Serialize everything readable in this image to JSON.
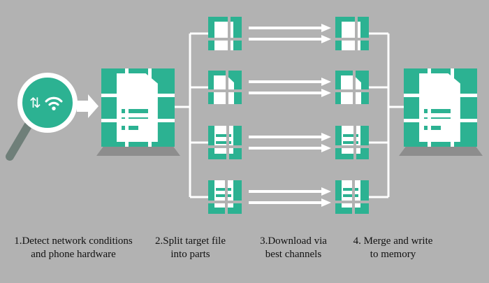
{
  "diagram": {
    "steps": [
      {
        "line1": "1.Detect network conditions",
        "line2": "and phone hardware"
      },
      {
        "line1": "2.Split target file",
        "line2": "into parts"
      },
      {
        "line1": "3.Download via",
        "line2": "best channels"
      },
      {
        "line1": "4. Merge and write",
        "line2": "to memory"
      }
    ]
  },
  "icons": {
    "magnifier": "magnifier-with-network-check-icon",
    "wifi": "wifi-icon",
    "up_down_arrows": "up-down-arrows-icon",
    "updown_glyph": "⇅",
    "flow_arrow": "right-arrow-icon"
  },
  "colors": {
    "background": "#b2b2b2",
    "accent_teal": "#2cb292",
    "white": "#ffffff",
    "base_gray": "#8d8d8d",
    "magnifier_handle": "#6f7f79",
    "text": "#111111"
  }
}
